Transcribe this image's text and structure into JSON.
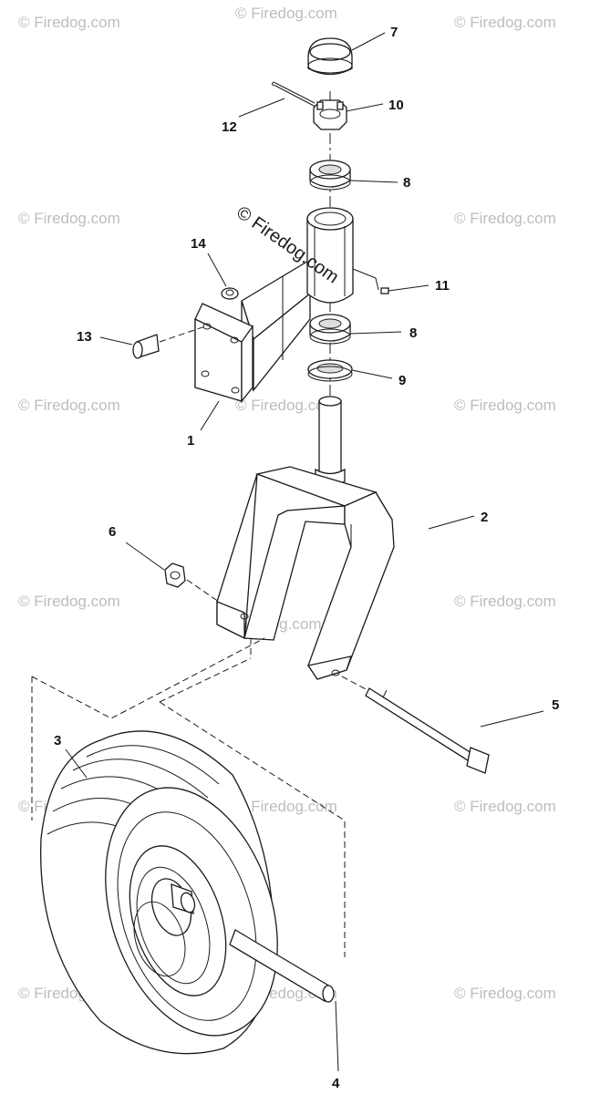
{
  "watermark": {
    "text": "© Firedog.com",
    "center_text": "© Firedog.com",
    "mid_text": "Firedog.com"
  },
  "callouts": [
    {
      "id": "7",
      "label": "7"
    },
    {
      "id": "10",
      "label": "10"
    },
    {
      "id": "12",
      "label": "12"
    },
    {
      "id": "8a",
      "label": "8"
    },
    {
      "id": "14",
      "label": "14"
    },
    {
      "id": "11",
      "label": "11"
    },
    {
      "id": "13",
      "label": "13"
    },
    {
      "id": "8b",
      "label": "8"
    },
    {
      "id": "9",
      "label": "9"
    },
    {
      "id": "1",
      "label": "1"
    },
    {
      "id": "2",
      "label": "2"
    },
    {
      "id": "6",
      "label": "6"
    },
    {
      "id": "5",
      "label": "5"
    },
    {
      "id": "3",
      "label": "3"
    },
    {
      "id": "4",
      "label": "4"
    }
  ]
}
